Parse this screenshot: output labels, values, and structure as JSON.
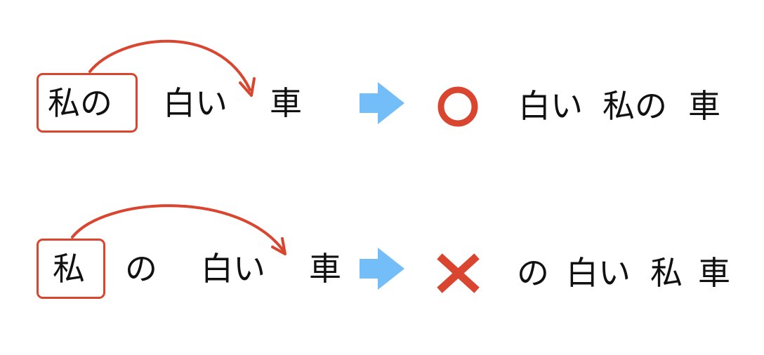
{
  "row1": {
    "left": {
      "particle": "私の",
      "adjective": "白い",
      "noun": "車"
    },
    "verdict": "correct",
    "result": {
      "w1": "白い",
      "w2": "私の",
      "w3": "車"
    }
  },
  "row2": {
    "left": {
      "pronoun": "私",
      "particle": "の",
      "adjective": "白い",
      "noun": "車"
    },
    "verdict": "incorrect",
    "result": {
      "w1": "の",
      "w2": "白い",
      "w3": "私",
      "w4": "車"
    }
  },
  "colors": {
    "accent_red": "#d9452f",
    "arrow_blue": "#73bdf8",
    "text": "#111111"
  },
  "icons": {
    "transform_arrow": "right-arrow-icon",
    "correct_mark": "circle-o-icon",
    "incorrect_mark": "cross-x-icon"
  }
}
